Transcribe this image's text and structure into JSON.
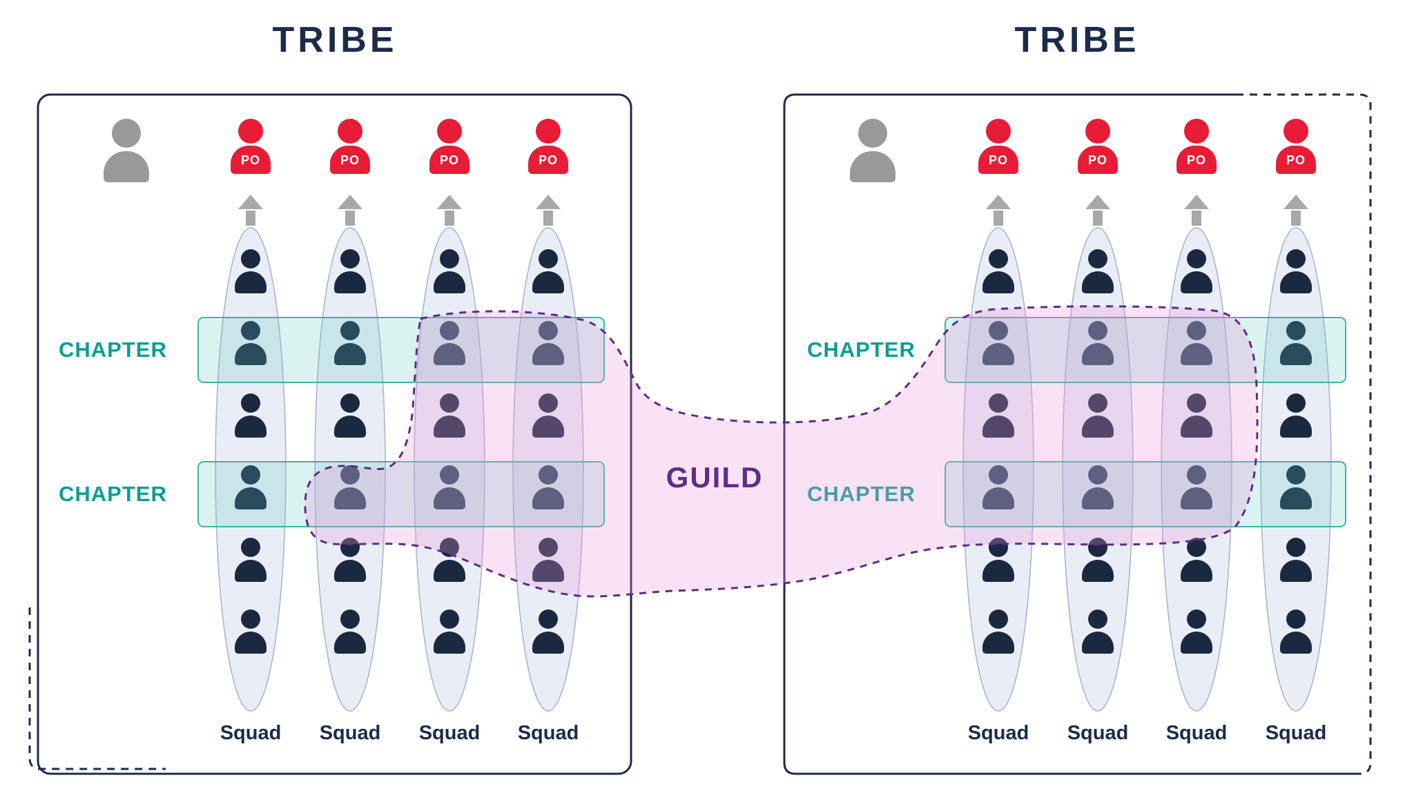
{
  "diagram": {
    "guild_label": "GUILD",
    "members_per_squad": 6,
    "tribes": [
      {
        "title": "TRIBE",
        "chapters": [
          {
            "label": "CHAPTER"
          },
          {
            "label": "CHAPTER"
          }
        ],
        "squads": [
          {
            "label": "Squad",
            "po_label": "PO"
          },
          {
            "label": "Squad",
            "po_label": "PO"
          },
          {
            "label": "Squad",
            "po_label": "PO"
          },
          {
            "label": "Squad",
            "po_label": "PO"
          }
        ]
      },
      {
        "title": "TRIBE",
        "chapters": [
          {
            "label": "CHAPTER"
          },
          {
            "label": "CHAPTER"
          }
        ],
        "squads": [
          {
            "label": "Squad",
            "po_label": "PO"
          },
          {
            "label": "Squad",
            "po_label": "PO"
          },
          {
            "label": "Squad",
            "po_label": "PO"
          },
          {
            "label": "Squad",
            "po_label": "PO"
          }
        ]
      }
    ]
  },
  "colors": {
    "navy": "#1c2b4a",
    "member_navy": "#1b2940",
    "po_red": "#e81c37",
    "chapter_teal": "#0b9e93",
    "chapter_band_fill": "#d3efec",
    "guild_purple": "#5f2c87",
    "guild_pink_fill": "#f4d9ee",
    "squad_ellipse_fill": "#e9edf6",
    "lead_gray": "#97999b",
    "arrow_gray": "#a6a8ab"
  }
}
